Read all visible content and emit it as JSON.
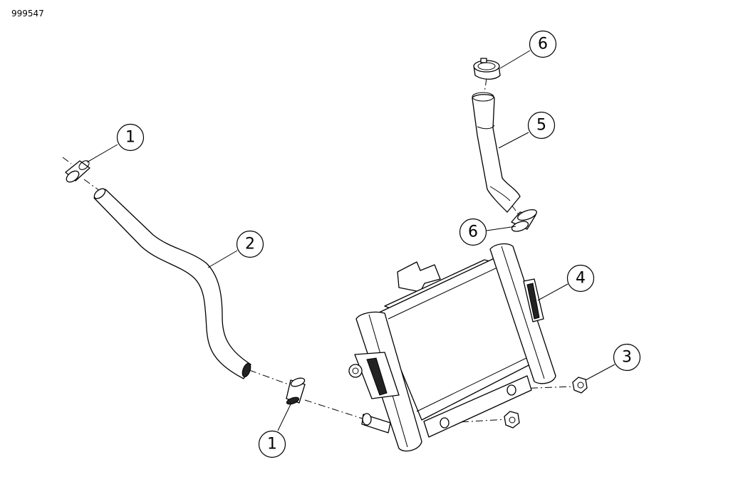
{
  "diagram_id": "999547",
  "callouts": [
    {
      "label": "1"
    },
    {
      "label": "2"
    },
    {
      "label": "1"
    },
    {
      "label": "6"
    },
    {
      "label": "5"
    },
    {
      "label": "6"
    },
    {
      "label": "4"
    },
    {
      "label": "3"
    }
  ]
}
